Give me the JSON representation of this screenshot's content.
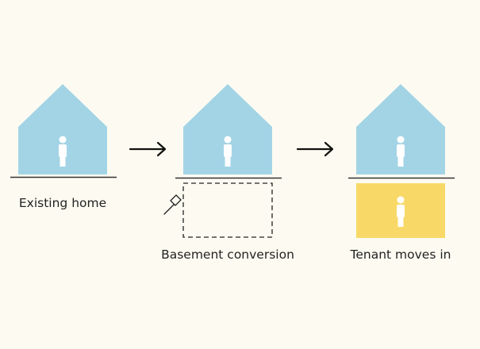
{
  "colors": {
    "background": "#fdfbf1",
    "house": "#a3d4e6",
    "basement_unit": "#f8d967",
    "person": "#ffffff",
    "line": "#333333",
    "text": "#222222"
  },
  "stages": [
    {
      "label": "Existing home",
      "basement": "none"
    },
    {
      "label": "Basement conversion",
      "basement": "under-construction",
      "icon": "hammer-icon"
    },
    {
      "label": "Tenant moves in",
      "basement": "occupied"
    }
  ],
  "arrows": [
    {
      "icon": "right-arrow-icon"
    },
    {
      "icon": "right-arrow-icon"
    }
  ]
}
